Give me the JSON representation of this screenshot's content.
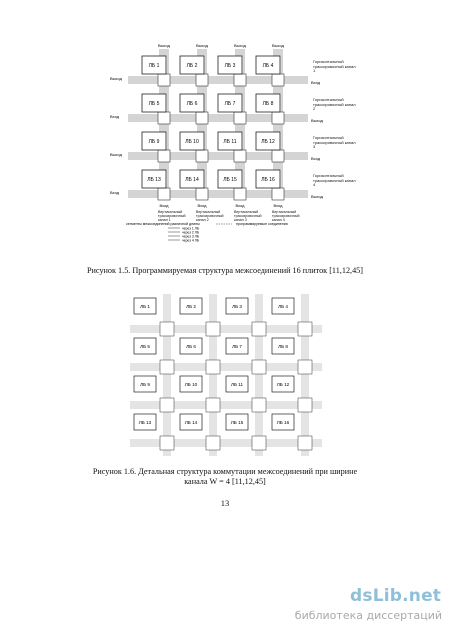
{
  "figure1": {
    "tiles": [
      "ЛБ 1",
      "ЛБ 2",
      "ЛБ 3",
      "ЛБ 4",
      "ЛБ 5",
      "ЛБ 6",
      "ЛБ 7",
      "ЛБ 8",
      "ЛБ 9",
      "ЛБ 10",
      "ЛБ 11",
      "ЛБ 12",
      "ЛБ 13",
      "ЛБ 14",
      "ЛБ 15",
      "ЛБ 16"
    ],
    "top_label": "Выход",
    "bottom_label": "Вход",
    "left_labels": [
      "Выход",
      "Вход",
      "Выход",
      "Вход"
    ],
    "right_labels": [
      "Вход",
      "Выход",
      "Вход",
      "Выход"
    ],
    "horizontal_channels": [
      "Горизонтальный трассировочный канал 1",
      "Горизонтальный трассировочный канал 2",
      "Горизонтальный трассировочный канал 3",
      "Горизонтальный трассировочный канал 4"
    ],
    "vertical_channels": [
      "Вертикальный трассировочный канал 1",
      "Вертикальный трассировочный канал 2",
      "Вертикальный трассировочный канал 3",
      "Вертикальный трассировочный канал 4"
    ],
    "legend_title": "сегменты межсоединений различной длины",
    "legend_items": [
      "через 1 ЛБ",
      "через 2 ЛБ",
      "через 3 ЛБ",
      "через 4 ЛБ"
    ],
    "legend_prog": "программируемые соединения"
  },
  "caption1": "Рисунок 1.5. Программируемая структура межсоединений 16 плиток [11,12,45]",
  "figure2": {
    "tiles": [
      "ЛБ 1",
      "ЛБ 2",
      "ЛБ 3",
      "ЛБ 4",
      "ЛБ 5",
      "ЛБ 6",
      "ЛБ 7",
      "ЛБ 8",
      "ЛБ 9",
      "ЛБ 10",
      "ЛБ 11",
      "ЛБ 12",
      "ЛБ 13",
      "ЛБ 14",
      "ЛБ 15",
      "ЛБ 16"
    ]
  },
  "caption2_line1": "Рисунок 1.6. Детальная структура коммутации межсоединений при ширине",
  "caption2_line2": "канала  W = 4 [11,12,45]",
  "page_number": "13",
  "watermark": {
    "logo": "dsLib.net",
    "subtitle": "библиотека диссертаций"
  }
}
